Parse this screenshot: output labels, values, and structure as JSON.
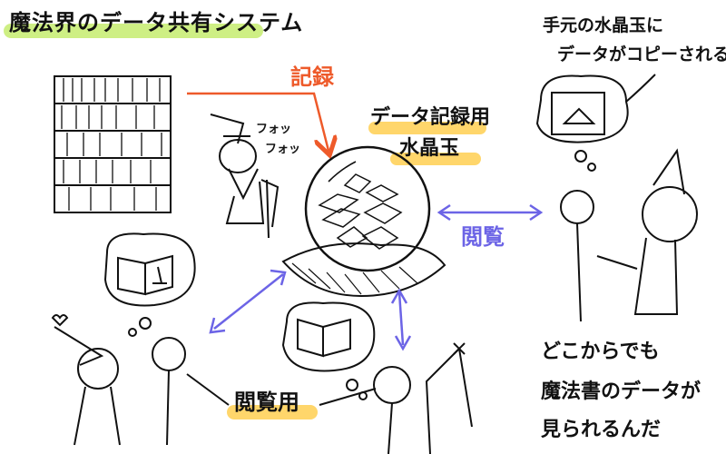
{
  "title": "魔法界のデータ共有システム",
  "labels": {
    "record": "記録",
    "orb_label_line1": "データ記録用",
    "orb_label_line2": "水晶玉",
    "view_right": "閲覧",
    "view_use": "閲覧用",
    "hoh_line1": "フォッ",
    "hoh_line2": "フォッ",
    "copy_note_line1": "手元の水晶玉に",
    "copy_note_line2": "データがコピーされる",
    "bottom_note_line1": "どこからでも",
    "bottom_note_line2": "魔法書のデータが",
    "bottom_note_line3": "見られるんだ"
  },
  "colors": {
    "title_highlight": "#c6ec6e",
    "label_highlight": "#ffd66b",
    "record_arrow": "#ee5a2a",
    "view_arrow": "#6c64e6",
    "ink": "#111111"
  },
  "icons": [
    "bookshelf",
    "old-wizard",
    "central-crystal-orb",
    "wizard-with-orb",
    "witch-with-orb",
    "thought-bubble-book",
    "thought-bubble-document"
  ]
}
